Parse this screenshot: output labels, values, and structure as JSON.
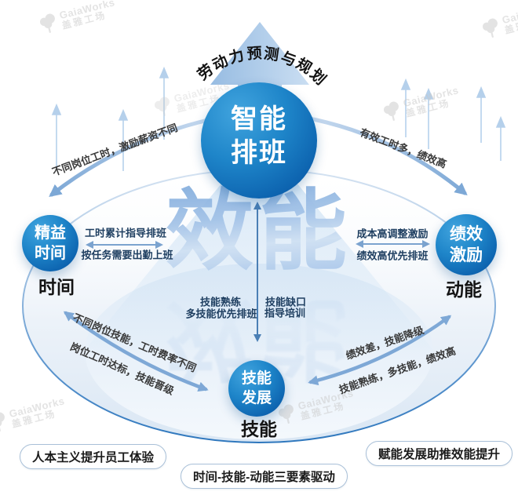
{
  "brand_watermark": {
    "name": "GaiaWorks",
    "name_cn": "盖雅工场"
  },
  "top_banner": "劳动力预测与规划",
  "center_background_word": "效能",
  "nodes": {
    "top": {
      "line1": "智能",
      "line2": "排班"
    },
    "left": {
      "line1": "精益",
      "line2": "时间",
      "axis_label": "时间"
    },
    "right": {
      "line1": "绩效",
      "line2": "激励",
      "axis_label": "动能"
    },
    "bottom": {
      "line1": "技能",
      "line2": "发展",
      "axis_label": "技能"
    }
  },
  "edge_labels": {
    "top_to_left": "不同岗位工时，激励薪资不同",
    "top_to_right": "有效工时多，绩效高",
    "left_center_top": "工时累计指导排班",
    "left_center_bottom": "按任务需要出勤上班",
    "right_center_top": "成本高调整激励",
    "right_center_bottom": "绩效高优先排班",
    "center_left_1": "技能熟练",
    "center_left_2": "多技能优先排班",
    "center_right_1": "技能缺口",
    "center_right_2": "指导培训",
    "left_to_bottom_1": "不同岗位技能，工时费率不同",
    "left_to_bottom_2": "岗位工时达标，技能晋级",
    "bottom_to_right_1": "绩效差，技能降级",
    "bottom_to_right_2": "技能熟练，多技能，绩效高"
  },
  "footer_pills": [
    "人本主义提升员工体验",
    "时间-技能-动能三要素驱动",
    "赋能发展助推效能提升"
  ],
  "colors": {
    "node_blue": "#0d63af",
    "node_blue_light": "#3aa0dc",
    "arrow_blue": "#7fa9d6",
    "ellipse_stroke": "#2e77bd",
    "watermark_gray": "#c9c9c9"
  }
}
